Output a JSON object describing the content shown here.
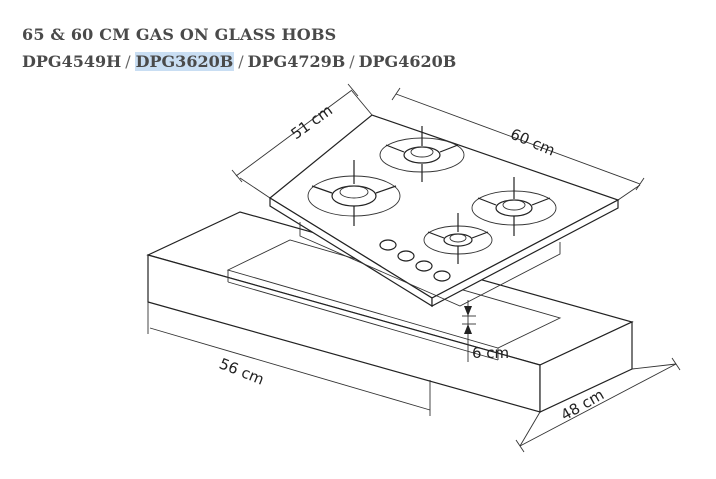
{
  "header": {
    "title": "65 & 60 CM GAS ON GLASS HOBS",
    "models": [
      "DPG4549H",
      "DPG3620B",
      "DPG4729B",
      "DPG4620B"
    ],
    "highlighted_model": "DPG3620B",
    "separator": "/"
  },
  "dimensions": {
    "hob_depth": "51 cm",
    "hob_width": "60 cm",
    "height": "6 cm",
    "cutout_width": "56 cm",
    "cutout_depth": "48 cm"
  }
}
